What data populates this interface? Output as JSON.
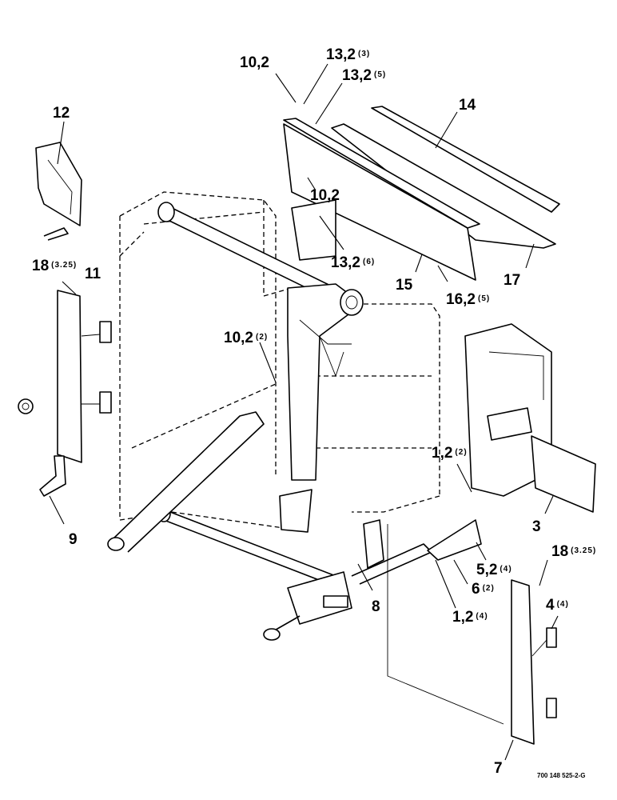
{
  "colors": {
    "ink": "#000000",
    "paper": "#ffffff"
  },
  "callouts": [
    {
      "id": "c-10-2-top",
      "main": "10,2",
      "qty": ""
    },
    {
      "id": "c-13-2-3",
      "main": "13,2",
      "qty": "(3)"
    },
    {
      "id": "c-13-2-5",
      "main": "13,2",
      "qty": "(5)"
    },
    {
      "id": "c-14",
      "main": "14",
      "qty": ""
    },
    {
      "id": "c-12",
      "main": "12",
      "qty": ""
    },
    {
      "id": "c-10-2-mid",
      "main": "10,2",
      "qty": ""
    },
    {
      "id": "c-13-2-6",
      "main": "13,2",
      "qty": "(6)"
    },
    {
      "id": "c-15",
      "main": "15",
      "qty": ""
    },
    {
      "id": "c-17",
      "main": "17",
      "qty": ""
    },
    {
      "id": "c-16-2-5",
      "main": "16,2",
      "qty": "(5)"
    },
    {
      "id": "c-18-left",
      "main": "18",
      "qty": "(3.25)"
    },
    {
      "id": "c-11",
      "main": "11",
      "qty": ""
    },
    {
      "id": "c-10-2-2",
      "main": "10,2",
      "qty": "(2)"
    },
    {
      "id": "c-1-2-2",
      "main": "1,2",
      "qty": "(2)"
    },
    {
      "id": "c-9",
      "main": "9",
      "qty": ""
    },
    {
      "id": "c-3",
      "main": "3",
      "qty": ""
    },
    {
      "id": "c-18-right",
      "main": "18",
      "qty": "(3.25)"
    },
    {
      "id": "c-5-2-4",
      "main": "5,2",
      "qty": "(4)"
    },
    {
      "id": "c-6-2",
      "main": "6",
      "qty": "(2)"
    },
    {
      "id": "c-8",
      "main": "8",
      "qty": ""
    },
    {
      "id": "c-1-2-4",
      "main": "1,2",
      "qty": "(4)"
    },
    {
      "id": "c-4-4",
      "main": "4",
      "qty": "(4)"
    },
    {
      "id": "c-7",
      "main": "7",
      "qty": ""
    }
  ],
  "document_number": "700 148 525-2-G"
}
